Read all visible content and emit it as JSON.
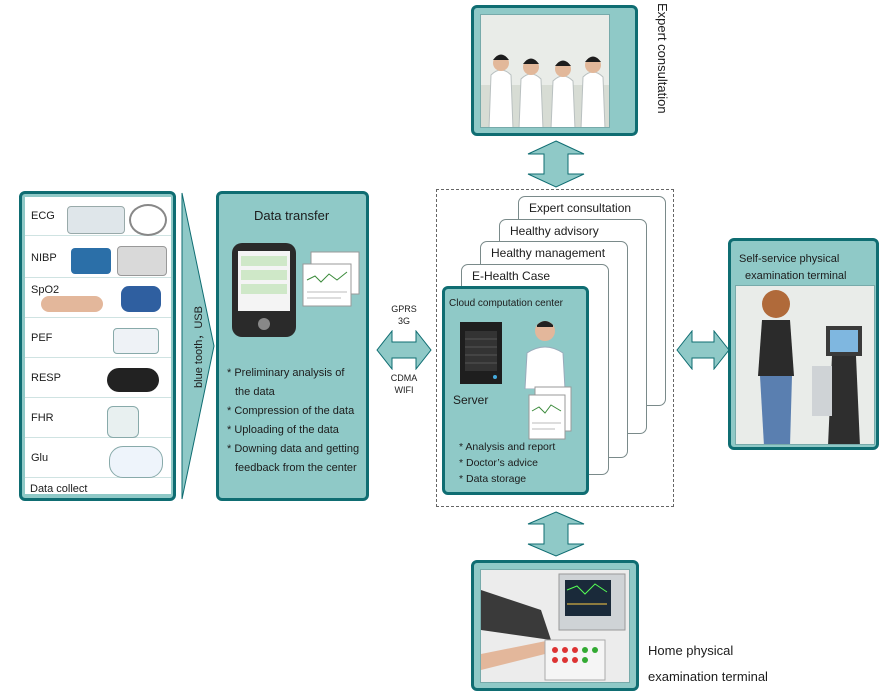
{
  "expert": {
    "title": "Expert consultation"
  },
  "data_collect": {
    "title": "Data collect",
    "devices": [
      "ECG",
      "NIBP",
      "SpO2",
      "PEF",
      "RESP",
      "FHR",
      "Glu"
    ]
  },
  "link_label": "blue tooth，USB",
  "data_transfer": {
    "title": "Data transfer",
    "bullets": [
      "* Preliminary analysis of",
      "  the data",
      "* Compression of the data",
      "* Uploading of the data",
      "* Downing data and getting",
      "  feedback from the center"
    ]
  },
  "network": {
    "top": [
      "GPRS",
      "3G"
    ],
    "bottom": [
      "CDMA",
      "WIFI"
    ]
  },
  "cloud": {
    "stack": [
      "Expert consultation",
      "Healthy advisory",
      "Healthy management",
      "E-Health Case"
    ],
    "title": "Cloud computation center",
    "server_label": "Server",
    "bullets": [
      "* Analysis and report",
      "* Doctor’s advice",
      "* Data storage"
    ]
  },
  "self_service": {
    "title_lines": [
      "Self-service physical",
      "examination terminal"
    ]
  },
  "home": {
    "title_lines": [
      "Home physical",
      "examination terminal"
    ]
  },
  "colors": {
    "teal_fill": "#8fc9c7",
    "teal_border": "#0f6d72"
  }
}
